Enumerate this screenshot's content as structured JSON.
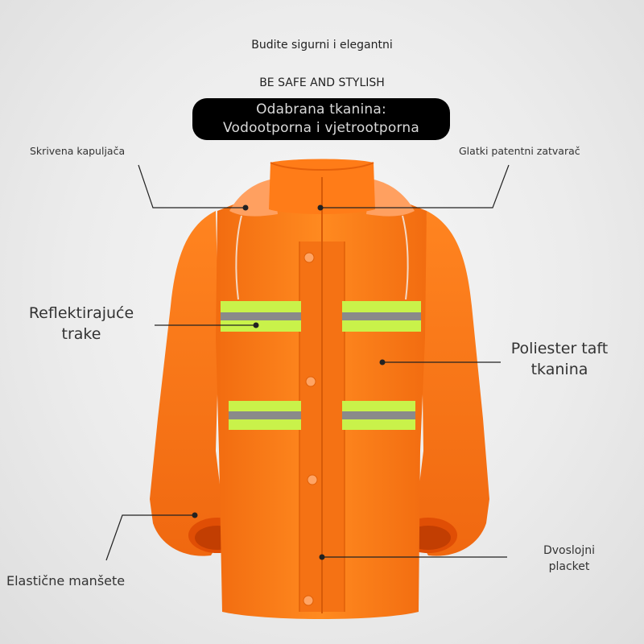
{
  "taglines": {
    "native": "Budite sigurni i elegantni",
    "english": "BE SAFE AND STYLISH"
  },
  "banner": {
    "line1": "Odabrana tkanina:",
    "line2": "Vodootporna i vjetrootporna"
  },
  "features": {
    "hood": "Skrivena kapuljača",
    "zipper": "Glatki patentni zatvarač",
    "reflective_line1": "Reflektirajuće",
    "reflective_line2": "trake",
    "fabric_line1": "Poliester taft",
    "fabric_line2": "tkanina",
    "cuffs": "Elastične manšete",
    "placket_line1": "Dvoslojni",
    "placket_line2": "placket"
  },
  "colors": {
    "jacket": "#ff7a14",
    "jacket_shadow": "#e8620a",
    "reflective_stripe": "#c9f24a",
    "reflective_band": "#8a8a8a",
    "background": "#ececec"
  }
}
